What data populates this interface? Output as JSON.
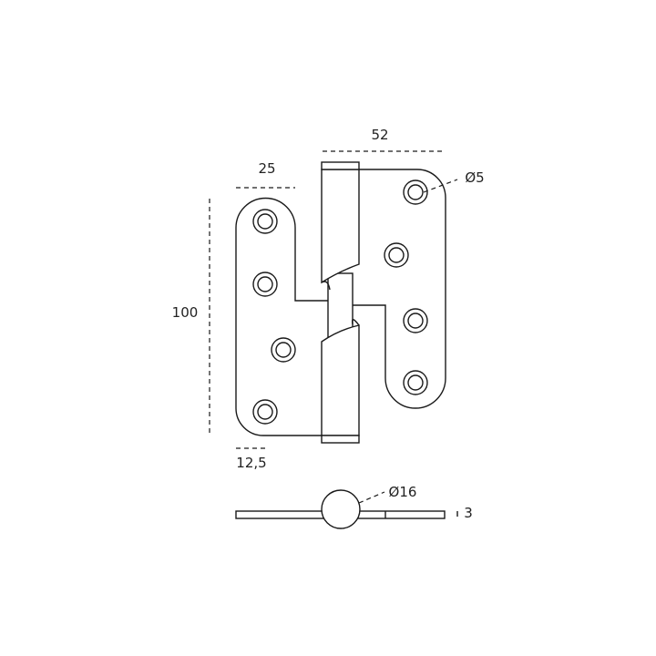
{
  "title": "Hinge technical drawing",
  "dimensions": {
    "width_total": "52",
    "leaf_width": "25",
    "height": "100",
    "offset": "12,5",
    "hole_diameter": "Ø5",
    "knuckle_diameter": "Ø16",
    "thickness": "3"
  },
  "colors": {
    "line": "#1a1a1a",
    "background": "#ffffff"
  }
}
